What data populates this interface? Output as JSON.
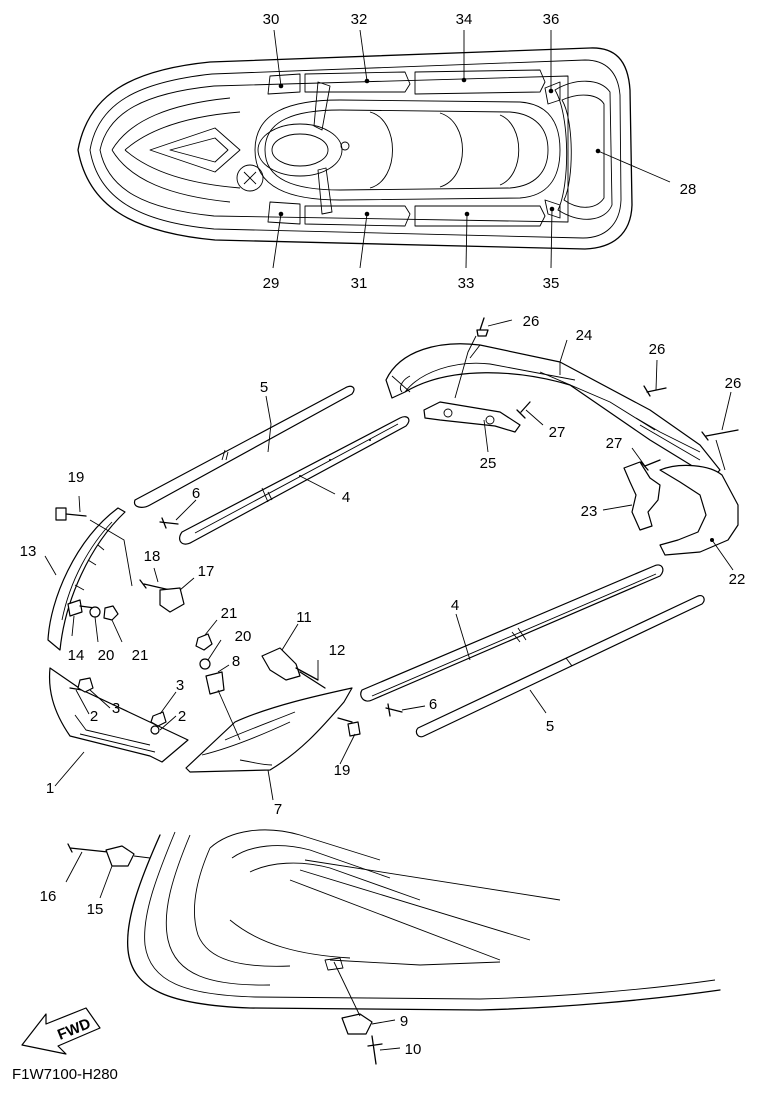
{
  "figure_code": "F1W7100-H280",
  "fwd_label": "FWD",
  "callouts": [
    {
      "id": "c30",
      "text": "30"
    },
    {
      "id": "c32",
      "text": "32"
    },
    {
      "id": "c34",
      "text": "34"
    },
    {
      "id": "c36",
      "text": "36"
    },
    {
      "id": "c28",
      "text": "28"
    },
    {
      "id": "c29",
      "text": "29"
    },
    {
      "id": "c31",
      "text": "31"
    },
    {
      "id": "c33",
      "text": "33"
    },
    {
      "id": "c35",
      "text": "35"
    },
    {
      "id": "c26a",
      "text": "26"
    },
    {
      "id": "c24",
      "text": "24"
    },
    {
      "id": "c26b",
      "text": "26"
    },
    {
      "id": "c26c",
      "text": "26"
    },
    {
      "id": "c5a",
      "text": "5"
    },
    {
      "id": "c27a",
      "text": "27"
    },
    {
      "id": "c25",
      "text": "25"
    },
    {
      "id": "c27b",
      "text": "27"
    },
    {
      "id": "c19a",
      "text": "19"
    },
    {
      "id": "c6a",
      "text": "6"
    },
    {
      "id": "c4a",
      "text": "4"
    },
    {
      "id": "c23",
      "text": "23"
    },
    {
      "id": "c13",
      "text": "13"
    },
    {
      "id": "c18",
      "text": "18"
    },
    {
      "id": "c17",
      "text": "17"
    },
    {
      "id": "c22",
      "text": "22"
    },
    {
      "id": "c21a",
      "text": "21"
    },
    {
      "id": "c4b",
      "text": "4"
    },
    {
      "id": "c11",
      "text": "11"
    },
    {
      "id": "c14",
      "text": "14"
    },
    {
      "id": "c20a",
      "text": "20"
    },
    {
      "id": "c21b",
      "text": "21"
    },
    {
      "id": "c20b",
      "text": "20"
    },
    {
      "id": "c12",
      "text": "12"
    },
    {
      "id": "c8",
      "text": "8"
    },
    {
      "id": "c3a",
      "text": "3"
    },
    {
      "id": "c2a",
      "text": "2"
    },
    {
      "id": "c3b",
      "text": "3"
    },
    {
      "id": "c2b",
      "text": "2"
    },
    {
      "id": "c6b",
      "text": "6"
    },
    {
      "id": "c5b",
      "text": "5"
    },
    {
      "id": "c19b",
      "text": "19"
    },
    {
      "id": "c1",
      "text": "1"
    },
    {
      "id": "c7",
      "text": "7"
    },
    {
      "id": "c16",
      "text": "16"
    },
    {
      "id": "c15",
      "text": "15"
    },
    {
      "id": "c9",
      "text": "9"
    },
    {
      "id": "c10",
      "text": "10"
    }
  ]
}
